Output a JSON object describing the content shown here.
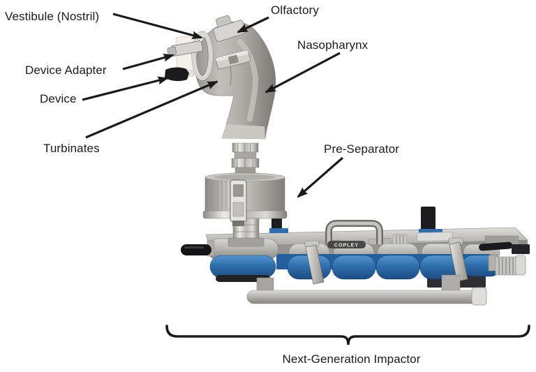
{
  "figure": {
    "labels": {
      "vestibule": "Vestibule (Nostril)",
      "olfactory": "Olfactory",
      "nasopharynx": "Nasopharynx",
      "device_adapter": "Device Adapter",
      "device": "Device",
      "turbinates": "Turbinates",
      "pre_separator": "Pre-Separator",
      "impactor": "Next-Generation Impactor"
    },
    "brand_plate": "COPLEY",
    "palette": {
      "background": "#ffffff",
      "annotation": "#1a1a1a",
      "metal_light": "#d8d6d2",
      "metal_mid": "#b2afaa",
      "metal_dark": "#807e79",
      "cup_blue": "#2f6fad",
      "cup_blue_dark": "#1c4c82",
      "device_black": "#1b1b1d",
      "adapter_white": "#f3f0e9"
    }
  }
}
